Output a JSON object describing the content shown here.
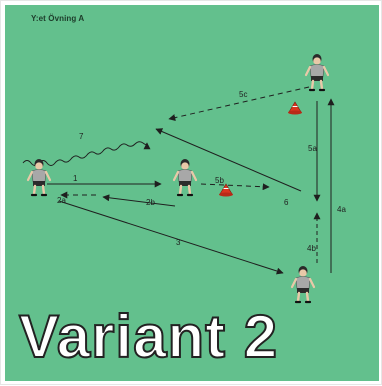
{
  "diagram": {
    "title": "Y:et Övning A",
    "banner": "Variant 2",
    "labels": {
      "l1": "1",
      "l2a": "2a",
      "l2b": "2b",
      "l3": "3",
      "l4a": "4a",
      "l4b": "4b",
      "l5a": "5a",
      "l5b": "5b",
      "l5c": "5c",
      "l6": "6",
      "l7": "7"
    },
    "colors": {
      "field": "#63c08d",
      "cone": "#d9341f",
      "jersey": "#9a9a9a",
      "shorts": "#2b2b2b",
      "line": "#1f1f1f"
    }
  }
}
